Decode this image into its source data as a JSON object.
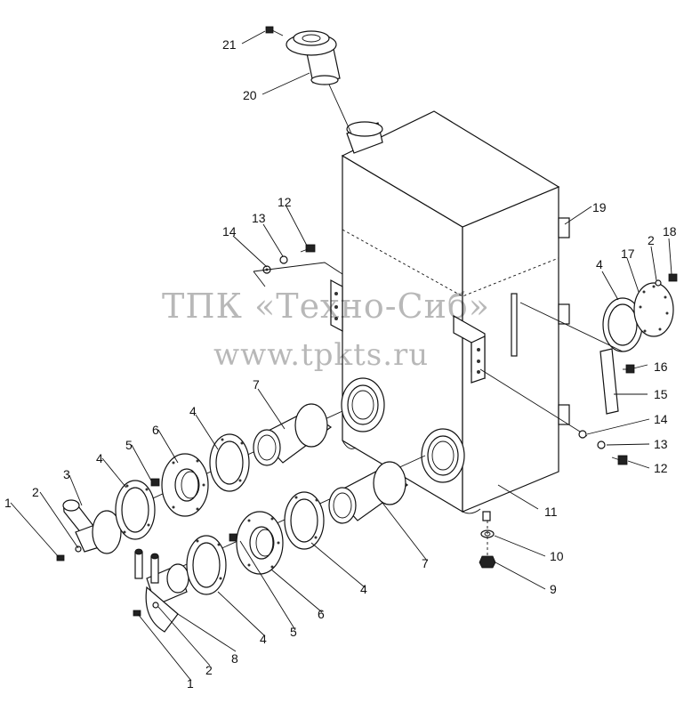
{
  "watermark": {
    "title": "ТПК «Техно-Сиб»",
    "url": "www.tpkts.ru"
  },
  "callouts": [
    "1",
    "2",
    "3",
    "4",
    "5",
    "6",
    "7",
    "8",
    "9",
    "10",
    "11",
    "12",
    "13",
    "14",
    "15",
    "16",
    "17",
    "18",
    "19",
    "20",
    "21"
  ]
}
